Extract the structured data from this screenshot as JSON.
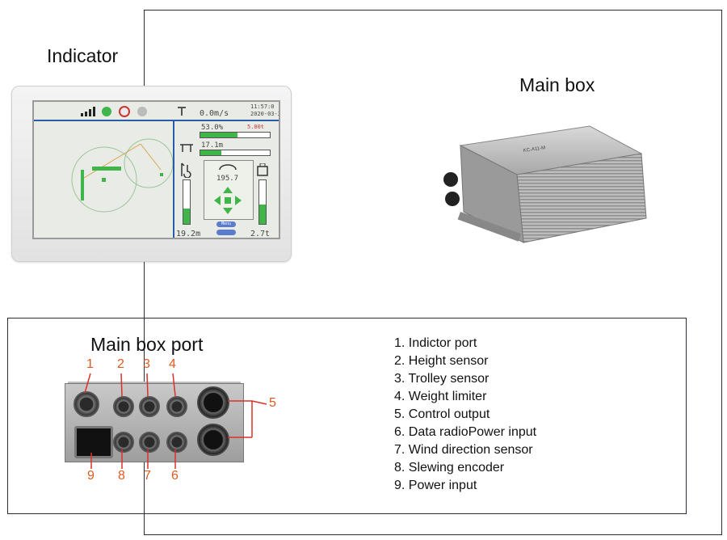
{
  "labels": {
    "indicator": "Indicator",
    "main_box": "Main box",
    "main_box_port": "Main box port"
  },
  "screen": {
    "speed": "0.0m/s",
    "time": "11:57:0",
    "date": "2020-03-2",
    "percent": "53.0%",
    "wind": "5.00t",
    "trolley": "17.1m",
    "slew_angle": "195.7",
    "height": "19.2m",
    "load": "2.7t",
    "btn1": "Menu",
    "percent_fill": 0.53,
    "trolley_fill": 0.3,
    "height_fill": 0.35,
    "load_fill": 0.45
  },
  "box_label": "KC-A11-M",
  "port_numbers": [
    "1",
    "2",
    "3",
    "4",
    "5",
    "9",
    "8",
    "7",
    "6"
  ],
  "ports": [
    "1. Indictor port",
    "2. Height sensor",
    "3. Trolley sensor",
    "4. Weight limiter",
    "5. Control output",
    "6. Data radioPower input",
    "7. Wind direction sensor",
    "8. Slewing encoder",
    "9. Power input"
  ],
  "colors": {
    "frame": "#2b2b3a",
    "number": "#e05a1f",
    "pointer_line": "#d9322a",
    "screen_green": "#3fb54a"
  }
}
